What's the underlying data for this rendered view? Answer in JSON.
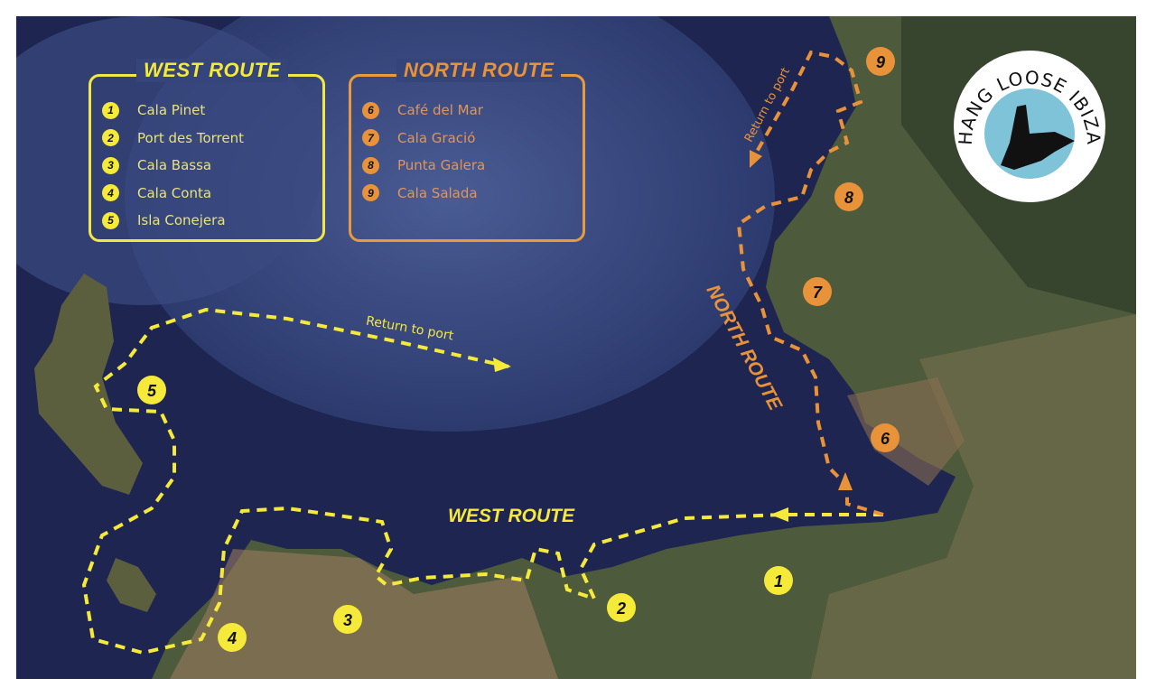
{
  "logo": {
    "text": "HANG LOOSE IBIZA",
    "icon": "shaka-hand-icon"
  },
  "west_route": {
    "title": "WEST ROUTE",
    "color": "#f5e93a",
    "stops": [
      {
        "number": "1",
        "name": "Cala Pinet"
      },
      {
        "number": "2",
        "name": "Port des Torrent"
      },
      {
        "number": "3",
        "name": "Cala Bassa"
      },
      {
        "number": "4",
        "name": "Cala Conta"
      },
      {
        "number": "5",
        "name": "Isla Conejera"
      }
    ]
  },
  "north_route": {
    "title": "NORTH ROUTE",
    "color": "#e8923a",
    "stops": [
      {
        "number": "6",
        "name": "Café del Mar"
      },
      {
        "number": "7",
        "name": "Cala Gració"
      },
      {
        "number": "8",
        "name": "Punta Galera"
      },
      {
        "number": "9",
        "name": "Cala Salada"
      }
    ]
  },
  "map_labels": {
    "west_route": "WEST ROUTE",
    "north_route": "NORTH ROUTE",
    "west_return": "Return to port",
    "north_return": "Return to port"
  }
}
